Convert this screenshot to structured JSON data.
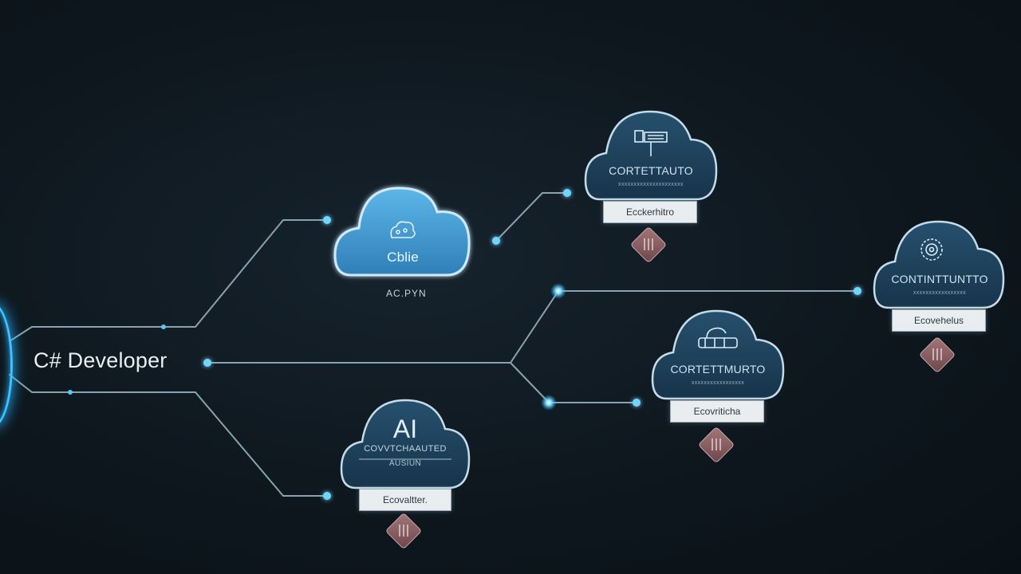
{
  "root": {
    "label": "C# Developer"
  },
  "colors": {
    "background": "#0e171e",
    "line": "#8aa2b0",
    "node_glow": "#4cc9ff",
    "cloud_dark": "#1d3a52",
    "cloud_light": "#3e8fc4",
    "diamond": "#8a5c60"
  },
  "nodes": [
    {
      "id": "light-cloud",
      "title": "Cblie",
      "caption": "AC.PYN",
      "icon": "cloud-network-icon"
    },
    {
      "id": "top-cloud",
      "title": "CORTETTAUTO",
      "subtitle": "xxxxxxxxxxxxxxxxxxxxx",
      "tag": "Ecckerhitro",
      "icon": "flag-board-icon"
    },
    {
      "id": "right-cloud",
      "title": "CONTINTTUNTTO",
      "subtitle": "xxxxxxxxxxxxxxxxx",
      "tag": "Ecovehelus",
      "icon": "gear-icon"
    },
    {
      "id": "mid-cloud",
      "title": "CORTETTMURTO",
      "subtitle": "xxxxxxxxxxxxxxxxx",
      "tag": "Ecovriticha",
      "icon": "server-icon"
    },
    {
      "id": "ai-cloud",
      "title": "AI",
      "subtitle": "COVVTCHAAUTED",
      "subtitle2": "AUSIUN",
      "tag": "Ecovaltter.",
      "icon": ""
    }
  ]
}
